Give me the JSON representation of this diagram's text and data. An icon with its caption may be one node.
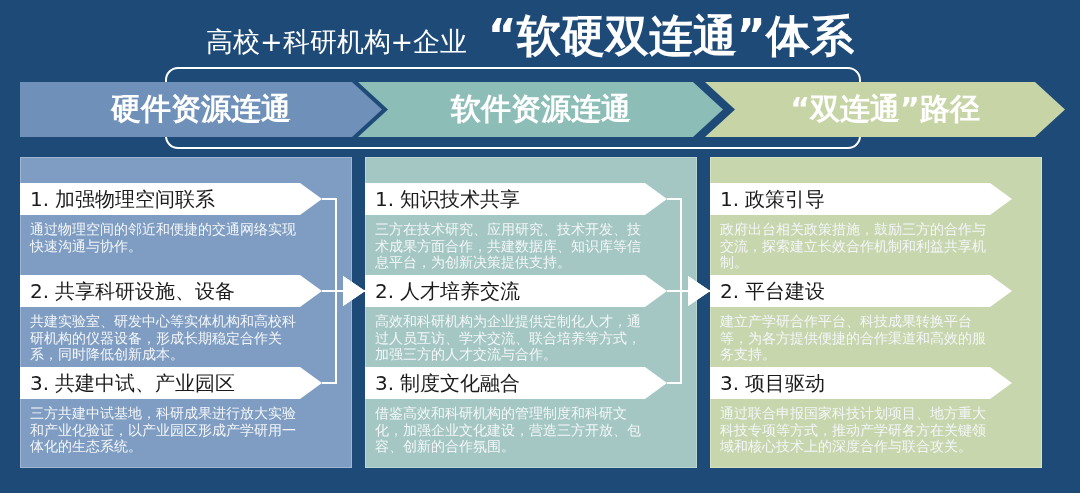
{
  "diagram": {
    "title": "高校+科研机构+企业 **“软硬双连通”体系**",
    "nodes": [
      {
        "text": [
          "硬件资源连通"
        ]
      },
      {
        "text": [
          "软件资源连通"
        ]
      },
      {
        "text": [
          "“双连通”路径"
        ]
      },
      {
        "text": [],
        "shape": "box"
      },
      {
        "text": [
          "1. 加强物理空间联系",
          "通过物理空间的邻近和便捷的交通网络实现快速沟通与协作。"
        ],
        "in": 3
      },
      {
        "text": [
          "2. 共享科研设施、设备",
          "共建实验室、研发中心等实体机构和高校科研机构的仪器设备，形成长期稳定合作关系，同时降低创新成本。"
        ],
        "in": 3
      },
      {
        "text": [
          "3. 共建中试、产业园区",
          "三方共建中试基地，科研成果进行放大实验和产业化验证，以产业园区形成产学研用一体化的生态系统。"
        ],
        "in": 3
      },
      {
        "text": [],
        "shape": "box"
      },
      {
        "text": [
          "1. 知识技术共享",
          "三方在技术研究、应用研究、技术开发、技术成果方面合作，共建数据库、知识库等信息平台，为创新决策提供支持。"
        ],
        "in": 7
      },
      {
        "text": [
          "2. 人才培养交流",
          "高效和科研机构为企业提供定制化人才，通过人员互访、学术交流、联合培养等方式，加强三方的人才交流与合作。"
        ],
        "in": 7
      },
      {
        "text": [
          "3. 制度文化融合",
          "借鉴高效和科研机构的管理制度和科研文化，加强企业文化建设，营造三方开放、包容、创新的合作氛围。"
        ],
        "in": 7
      },
      {
        "text": [],
        "shape": "box"
      },
      {
        "text": [
          "1. 政策引导",
          "政府出台相关政策措施，鼓励三方的合作与交流，探索建立长效合作机制和利益共享机制。"
        ],
        "in": 11
      },
      {
        "text": [
          "2. 平台建设",
          "建立产学研合作平台、科技成果转换平台等，为各方提供便捷的合作渠道和高效的服务支持。"
        ],
        "in": 11
      },
      {
        "text": [
          "3. 项目驱动",
          "通过联合申报国家科技计划项目、地方重大科技专项等方式，推动产学研各方在关键领域和核心技术上的深度合作与联合攻关。"
        ],
        "in": 11
      }
    ],
    "edges": [
      {
        "from": 4,
        "to": 7,
        "arrow": "to"
      },
      {
        "from": 5,
        "to": 7,
        "arrow": "to"
      },
      {
        "from": 6,
        "to": 7,
        "arrow": "to"
      },
      {
        "from": 8,
        "to": 11,
        "arrow": "to"
      },
      {
        "from": 9,
        "to": 11,
        "arrow": "to"
      },
      {
        "from": 10,
        "to": 11,
        "arrow": "to"
      }
    ]
  }
}
